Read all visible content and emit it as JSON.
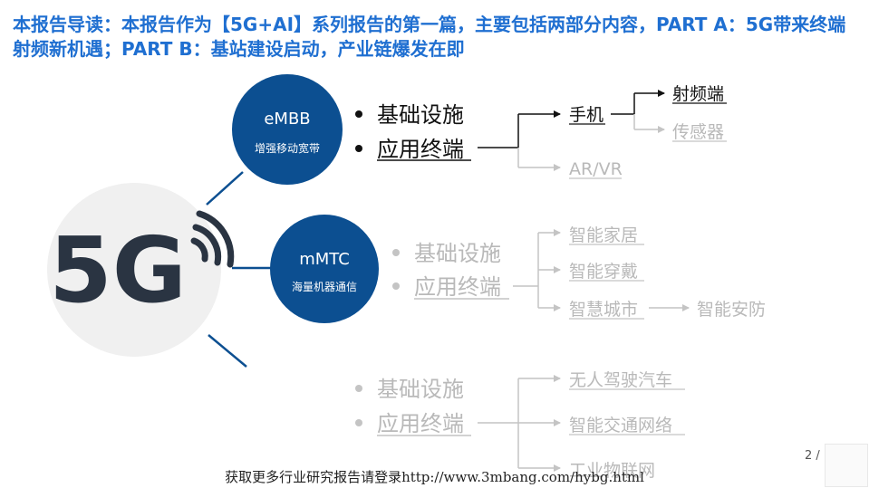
{
  "title": "本报告导读：本报告作为【5G+AI】系列报告的第一篇，主要包括两部分内容，PART A：5G带来终端射频新机遇；PART B：基站建设启动，产业链爆发在即",
  "logo": "5G",
  "nodes": {
    "embb": {
      "name": "eMBB",
      "desc": "增强移动宽带"
    },
    "mmtc": {
      "name": "mMTC",
      "desc": "海量机器通信"
    }
  },
  "branch1": {
    "items": [
      "基础设施",
      "应用终端"
    ],
    "phone": "手机",
    "rf": "射频端",
    "sensor": "传感器",
    "arvr": "AR/VR"
  },
  "branch2": {
    "items": [
      "基础设施",
      "应用终端"
    ],
    "home": "智能家居",
    "wear": "智能穿戴",
    "city": "智慧城市",
    "security": "智能安防"
  },
  "branch3": {
    "items": [
      "基础设施",
      "应用终端"
    ],
    "driving": "无人驾驶汽车",
    "traffic": "智能交通网络",
    "iot": "工业物联网"
  },
  "footer": "获取更多行业研究报告请登录http://www.3mbang.com/hybg.html",
  "page": "2 /",
  "colors": {
    "title": "#1f6fd1",
    "circle": "#0c4f91",
    "logo": "#2a3442",
    "active": "#111111",
    "inactive": "#b9b9b9"
  }
}
